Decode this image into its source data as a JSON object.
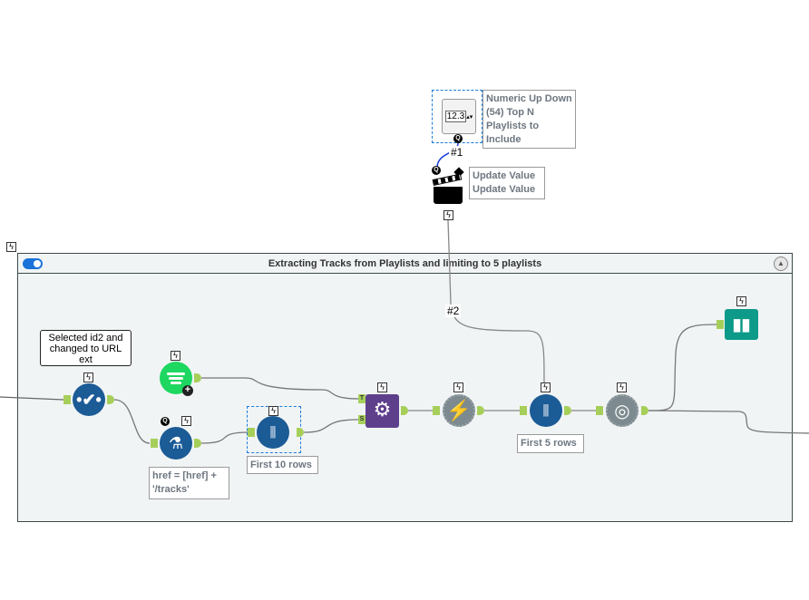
{
  "container": {
    "title": "Extracting Tracks from Playlists and limiting to 5 playlists",
    "enabled": true
  },
  "tools": {
    "numeric_up_down": {
      "icon_text": "12.3",
      "annotation": "Numeric Up Down (54) Top N Playlists to Include"
    },
    "connection_1": "#1",
    "action": {
      "annotation": "Update Value Update Value"
    },
    "connection_2": "#2",
    "comment": "Selected id2 and changed to URL ext",
    "formula": {
      "annotation": "href = [href] + '/tracks'"
    },
    "sample_10": {
      "annotation": "First 10 rows"
    },
    "sample_5": {
      "annotation": "First 5 rows"
    },
    "macro_anchors": {
      "top": "T",
      "bottom": "S"
    }
  },
  "colors": {
    "tool_blue": "#1b5b96",
    "spotify": "#1ed760",
    "macro": "#5e3f8c",
    "gray_tool": "#7d8b90",
    "browse": "#0d9a88",
    "anchor": "#a6cf5a"
  }
}
